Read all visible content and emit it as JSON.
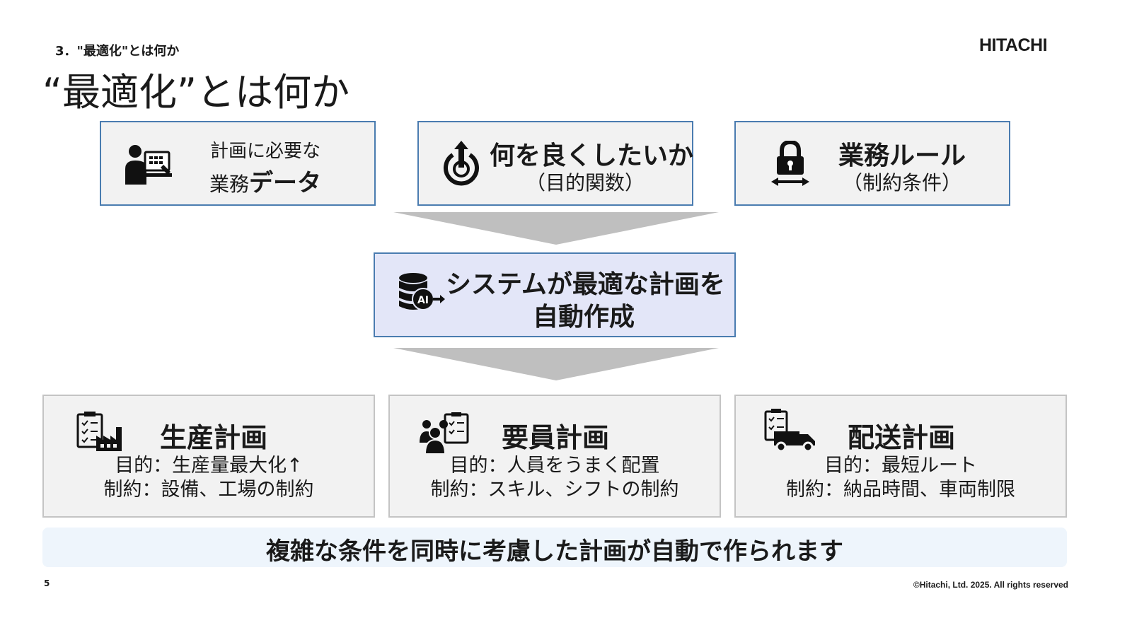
{
  "breadcrumb": "3．\"最適化\"とは何か",
  "logo": "HITACHI",
  "title": "“最適化”とは何か",
  "inputs": [
    {
      "icon": "person-computer-icon",
      "line1": "計画に必要な",
      "line2_prefix": "業務",
      "line2_bold": "データ"
    },
    {
      "icon": "target-arrow-icon",
      "line1": "何を良くしたいか",
      "line2": "（目的関数）"
    },
    {
      "icon": "lock-arrows-icon",
      "line1": "業務ルール",
      "line2": "（制約条件）"
    }
  ],
  "system": {
    "icon": "ai-database-icon",
    "line1": "システムが最適な計画を",
    "line2": "自動作成"
  },
  "plans": [
    {
      "icon": "factory-checklist-icon",
      "title": "生産計画",
      "line1": "目的：生産量最大化↑",
      "line2": "制約：設備、工場の制約"
    },
    {
      "icon": "people-checklist-icon",
      "title": "要員計画",
      "line1": "目的：人員をうまく配置",
      "line2": "制約：スキル、シフトの制約"
    },
    {
      "icon": "truck-checklist-icon",
      "title": "配送計画",
      "line1": "目的：最短ルート",
      "line2": "制約：納品時間、車両制限"
    }
  ],
  "banner": "複雑な条件を同時に考慮した計画が自動で作られます",
  "footer": {
    "page": "5",
    "copyright": "©Hitachi, Ltd. 2025. All rights reserved"
  },
  "colors": {
    "accent_border": "#4a7cb0",
    "box_fill": "#f2f2f2",
    "system_fill": "#e3e6f8",
    "banner_fill": "#eef5fc",
    "arrow": "#bfbfbf"
  }
}
